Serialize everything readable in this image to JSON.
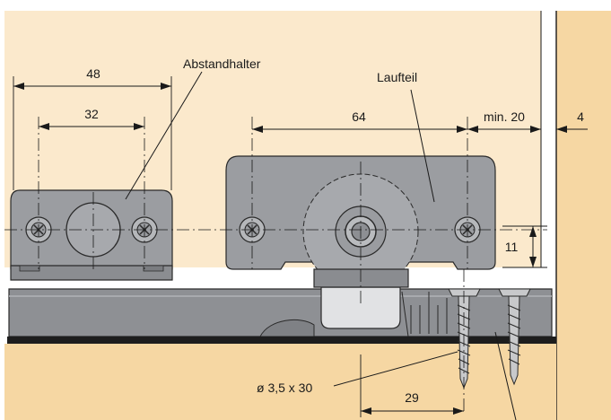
{
  "labels": {
    "spacer": "Abstandhalter",
    "runner": "Laufteil",
    "screw": "ø 3,5 x 30"
  },
  "dimensions": {
    "spacer_outer": "48",
    "spacer_inner": "32",
    "runner_holes": "64",
    "min_gap": "min. 20",
    "edge_gap": "4",
    "height_offset": "11",
    "screw_offset": "29"
  },
  "colors": {
    "background": "#ffffff",
    "cabinet_panel": "#fbe9cc",
    "door_edge": "#f6d7a3",
    "floor": "#f6d7a3",
    "metal_part": "#9b9da1",
    "rail": "#8e9094",
    "runner_wheel": "#a7a9ad",
    "plastic_block": "#e1e2e4",
    "black_strip": "#1d1d1d"
  }
}
